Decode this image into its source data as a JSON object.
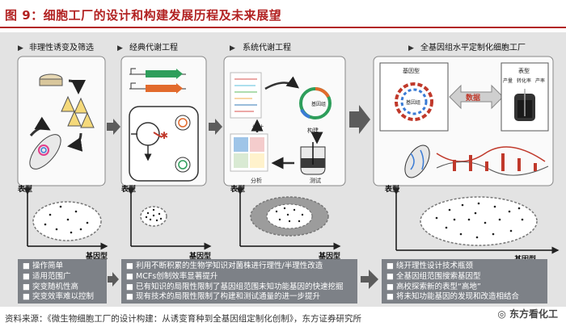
{
  "title": "图 9：细胞工厂的设计和构建发展历程及未来展望",
  "stages": [
    {
      "label": "非理性诱变及筛选"
    },
    {
      "label": "经典代谢工程"
    },
    {
      "label": "系统代谢工程"
    },
    {
      "label": "全基因组水平定制化细胞工厂"
    }
  ],
  "stage_icons": {
    "design": "设计",
    "build": "构建",
    "analyze": "分析",
    "test": "测试",
    "genome": "基因组",
    "genotype": "基因型",
    "phenotype": "表型",
    "data": "数据",
    "yield": "产量",
    "rate": "转化率",
    "product": "产率"
  },
  "axes": {
    "y": "表型",
    "x": "基因型"
  },
  "boxes": [
    [
      "操作简单",
      "适用范围广",
      "突变随机性高",
      "突变效率难以控制"
    ],
    [
      "利用不断积累的生物学知识对菌株进行理性/半理性改造",
      "MCFs创制效率显著提升",
      "已有知识的局限性限制了基因组范围未知功能基因的快速挖掘",
      "现有技术的局限性限制了构建和测试通量的进一步提升"
    ],
    [
      "绕开理性设计技术瓶颈",
      "全基因组范围搜索基因型",
      "高校探索新的表型“高地”",
      "将未知功能基因的发现和改造相结合"
    ]
  ],
  "source": "资料来源：《微生物细胞工厂的设计构建：从诱变育种到全基因组定制化创制》，东方证券研究所",
  "watermark": "东方看化工",
  "colors": {
    "title": "#b22222",
    "panel_bg": "#e3e3e3",
    "box_bg": "#7d8187",
    "arrow": "#5c5c5c",
    "data_red": "#c0392b"
  }
}
